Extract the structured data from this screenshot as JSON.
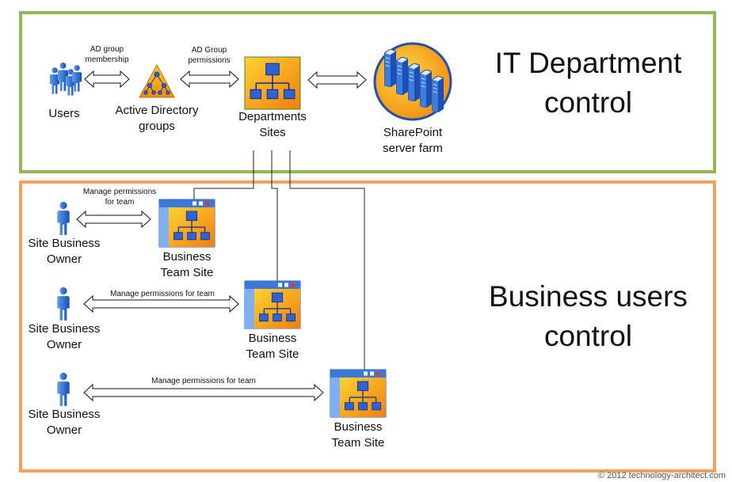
{
  "regions": {
    "it": {
      "title_line1": "IT Department",
      "title_line2": "control"
    },
    "business": {
      "title_line1": "Business users",
      "title_line2": "control"
    }
  },
  "it_nodes": {
    "users": "Users",
    "ad_line1": "Active Directory",
    "ad_line2": "groups",
    "dept_line1": "Departments",
    "dept_line2": "Sites",
    "farm_line1": "SharePoint",
    "farm_line2": "server farm"
  },
  "it_edges": {
    "ad_membership_line1": "AD group",
    "ad_membership_line2": "membership",
    "ad_perm_line1": "AD Group",
    "ad_perm_line2": "permissions"
  },
  "business_rows": [
    {
      "owner_line1": "Site Business",
      "owner_line2": "Owner",
      "edge_line1": "Manage permissions",
      "edge_line2": "for team",
      "site_line1": "Business",
      "site_line2": "Team Site"
    },
    {
      "owner_line1": "Site Business",
      "owner_line2": "Owner",
      "edge_line1": "Manage permissions for team",
      "edge_line2": "",
      "site_line1": "Business",
      "site_line2": "Team Site"
    },
    {
      "owner_line1": "Site Business",
      "owner_line2": "Owner",
      "edge_line1": "Manage permissions for team",
      "edge_line2": "",
      "site_line1": "Business",
      "site_line2": "Team Site"
    }
  ],
  "copyright": "© 2012 technology-architect.com",
  "colors": {
    "it_border": "#93b75b",
    "business_border": "#f0a15e",
    "person_blue": "#1f5fc4",
    "site_orange": "#f6a21a",
    "window_blue": "#3b79d8"
  }
}
